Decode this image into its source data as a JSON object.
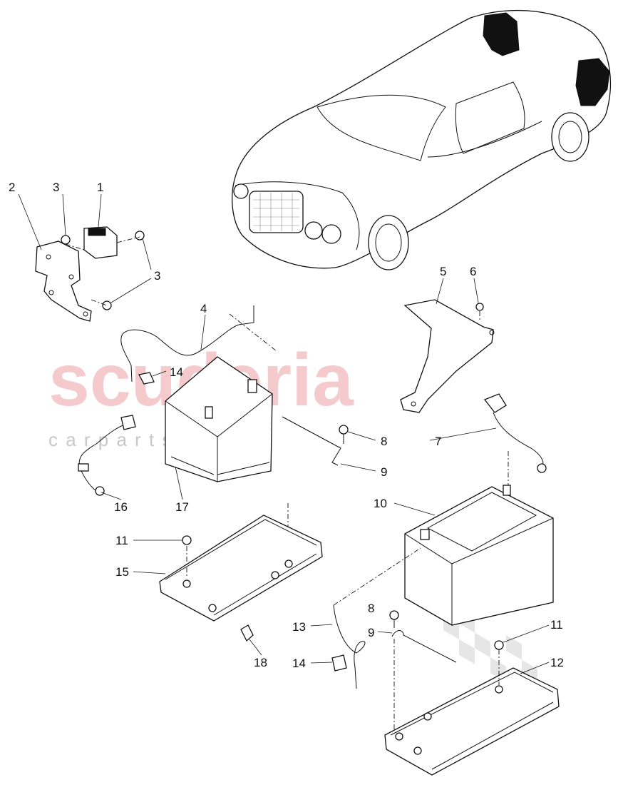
{
  "watermark": {
    "brand": "scuderia",
    "tagline": "c a r   p a r t s"
  },
  "colors": {
    "watermark_red": "#f2b9bd",
    "watermark_grey": "#c8c8c8",
    "lines": "#111111"
  },
  "callouts": {
    "c1": "1",
    "c2": "2",
    "c3a": "3",
    "c3b": "3",
    "c4": "4",
    "c5": "5",
    "c6": "6",
    "c7": "7",
    "c8a": "8",
    "c8b": "8",
    "c9a": "9",
    "c9b": "9",
    "c10": "10",
    "c11a": "11",
    "c11b": "11",
    "c12": "12",
    "c13": "13",
    "c14a": "14",
    "c14b": "14",
    "c15": "15",
    "c16": "16",
    "c17": "17",
    "c18": "18"
  }
}
